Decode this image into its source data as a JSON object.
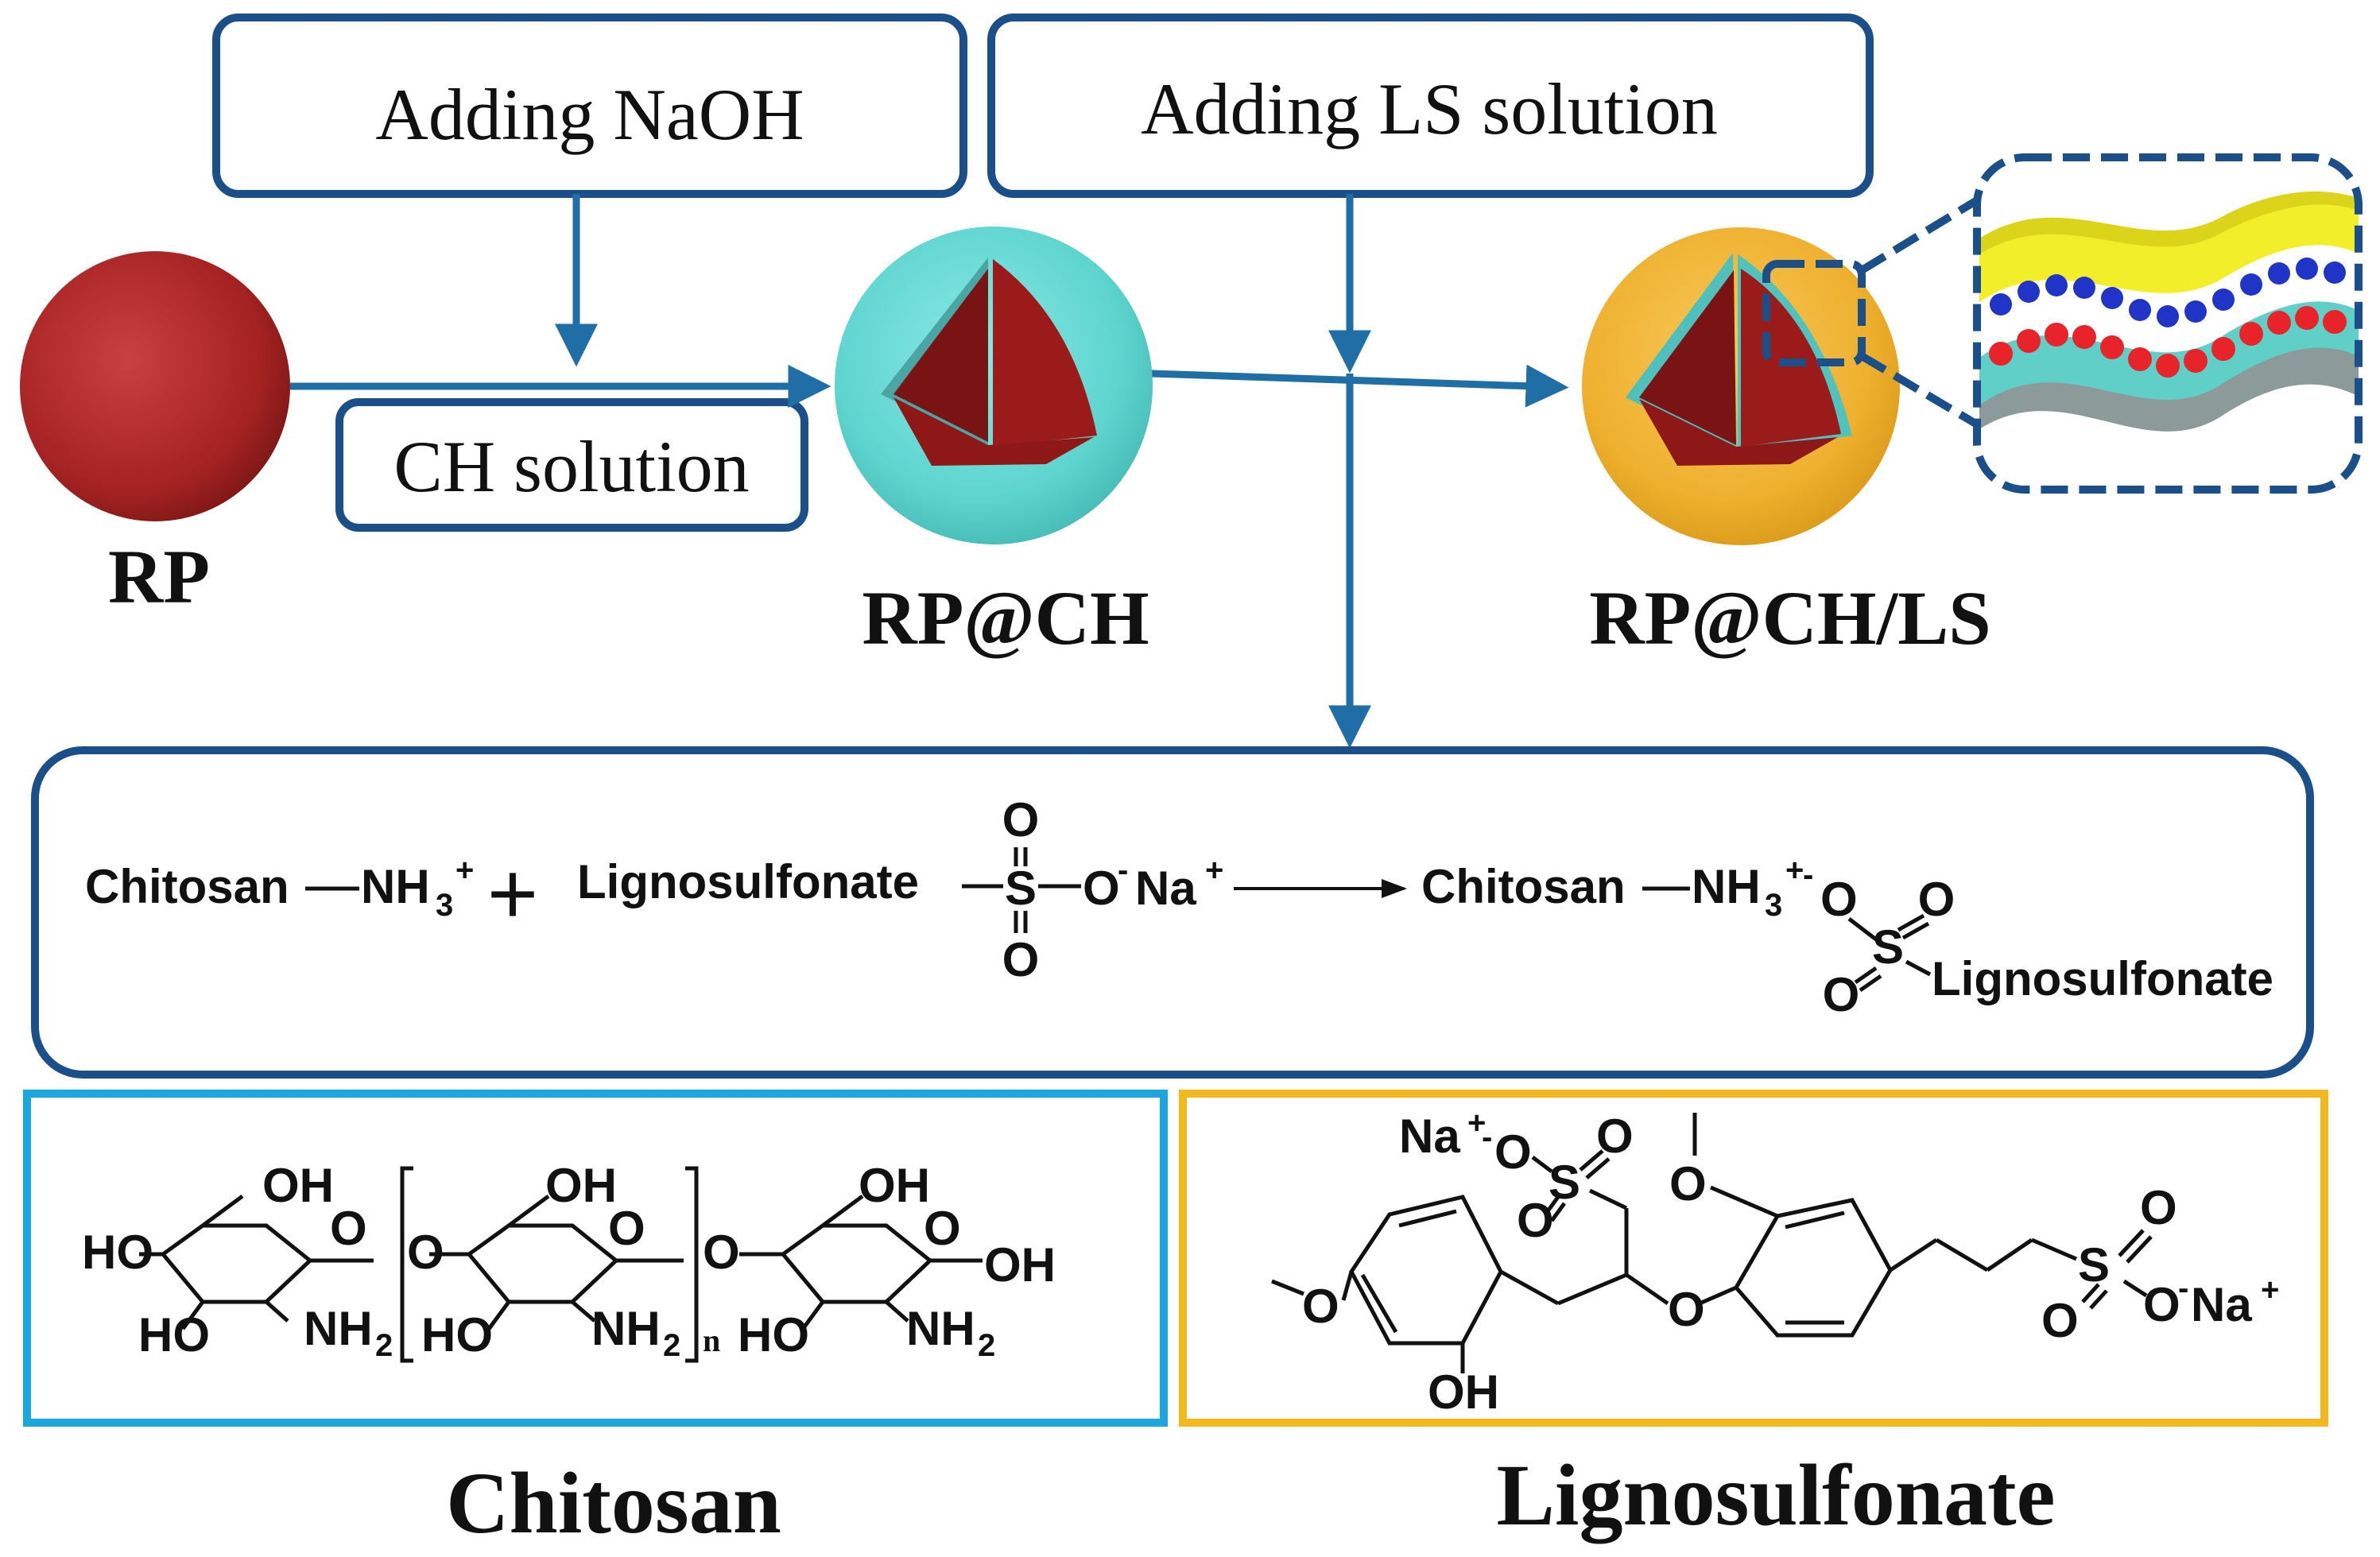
{
  "steps": {
    "naoh": "Adding  NaOH",
    "ls_solution": "Adding LS solution",
    "ch_solution": "CH solution"
  },
  "particles": {
    "rp": "RP",
    "rp_ch": "RP@CH",
    "rp_ch_ls": "RP@CH/LS"
  },
  "reaction": {
    "chitosan": "Chitosan",
    "nh3": "NH",
    "sub3": "3",
    "charge_plus": "+",
    "plus_sign": "+",
    "lignosulfonate": "Lignosulfonate",
    "s": "S",
    "o": "O",
    "o_minus": "O",
    "charge_minus": "-",
    "na": "Na",
    "product_chitosan": "Chitosan",
    "product_lignosulfonate": "Lignosulfonate"
  },
  "structures": {
    "chitosan": {
      "oh": "OH",
      "ho": "HO",
      "o": "O",
      "nh2": "NH",
      "sub2": "2",
      "n": "n"
    },
    "lignosulfonate": {
      "na": "Na",
      "o": "O",
      "s": "S",
      "oh": "OH",
      "charge_plus": "+",
      "charge_minus": "-"
    }
  },
  "captions": {
    "chitosan": "Chitosan",
    "lignosulfonate": "Lignosulfonate"
  },
  "colors": {
    "box_border": "#1a4f8a",
    "arrow": "#1f6fa6",
    "rp_red": "#b52a2a",
    "ch_cyan": "#5fd6d2",
    "ls_orange": "#f2b534",
    "chitosan_frame": "#1aa7e0",
    "lignosulfonate_frame": "#f3b81c"
  }
}
